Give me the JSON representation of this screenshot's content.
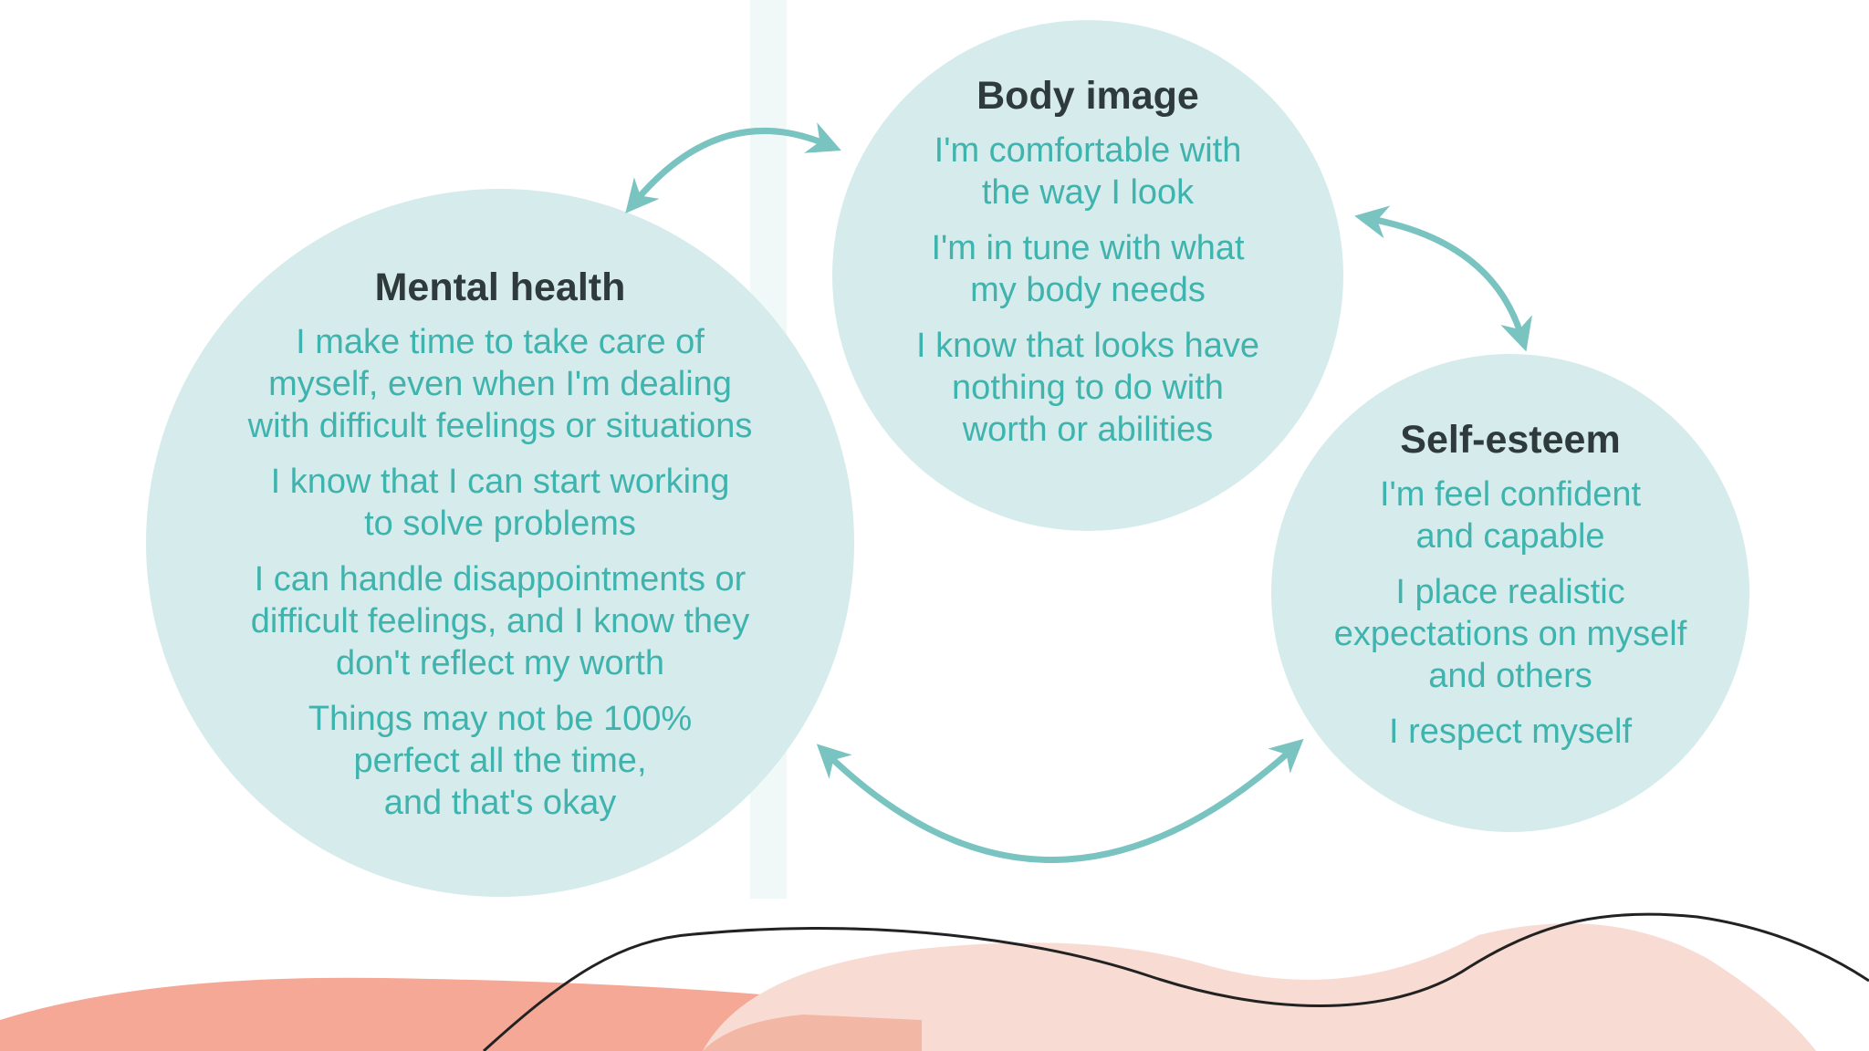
{
  "colors": {
    "circle_fill": "#d6ebeb",
    "statement_text": "#3fb3ad",
    "title_text": "#2f3a3c",
    "arrow": "#79c3c1",
    "wave_coral": "#f5a896",
    "wave_peach": "#f8dcd3",
    "wave_line": "#222222"
  },
  "body_image": {
    "title": "Body image",
    "statements": [
      [
        "I'm comfortable with",
        "the way I look"
      ],
      [
        "I'm in tune with what",
        "my body needs"
      ],
      [
        "I know that looks have",
        "nothing to do with",
        "worth or abilities"
      ]
    ]
  },
  "mental_health": {
    "title": "Mental health",
    "statements": [
      [
        "I make time to take care of",
        "myself, even when I'm dealing",
        "with difficult feelings or situations"
      ],
      [
        "I know that I can start working",
        "to solve problems"
      ],
      [
        "I can handle disappointments or",
        "difficult feelings, and I know they",
        "don't reflect my worth"
      ],
      [
        "Things may not be 100%",
        "perfect all the time,",
        "and that's okay"
      ]
    ]
  },
  "self_esteem": {
    "title": "Self-esteem",
    "statements": [
      [
        "I'm feel confident",
        "and capable"
      ],
      [
        "I place realistic",
        "expectations on myself",
        "and others"
      ],
      [
        "I respect myself"
      ]
    ]
  }
}
